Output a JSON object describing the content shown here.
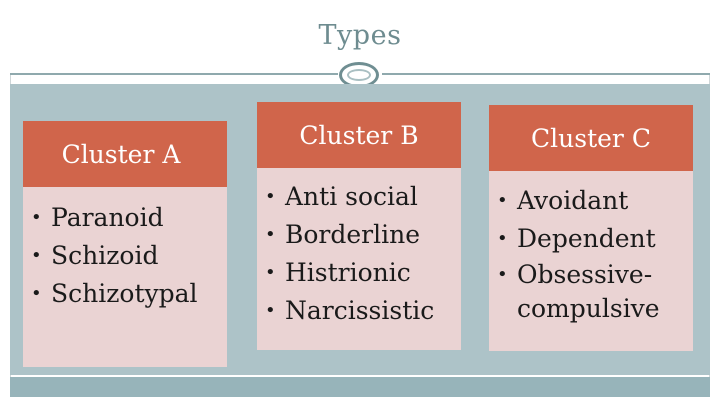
{
  "slide": {
    "title": "Types"
  },
  "clusters": [
    {
      "heading": "Cluster A",
      "items": [
        "Paranoid",
        "Schizoid",
        "Schizotypal"
      ]
    },
    {
      "heading": "Cluster B",
      "items": [
        "Anti social",
        "Borderline",
        "Histrionic",
        "Narcissistic"
      ]
    },
    {
      "heading": "Cluster C",
      "items": [
        "Avoidant",
        "Dependent",
        "Obsessive-compulsive"
      ]
    }
  ],
  "colors": {
    "heading_fill": "#d0654b",
    "body_fill": "#ead3d3",
    "band_fill": "#adc3c8",
    "title_color": "#6e8c90"
  },
  "icons": {
    "bullet": "•",
    "ornament": "oval-ring-icon"
  }
}
